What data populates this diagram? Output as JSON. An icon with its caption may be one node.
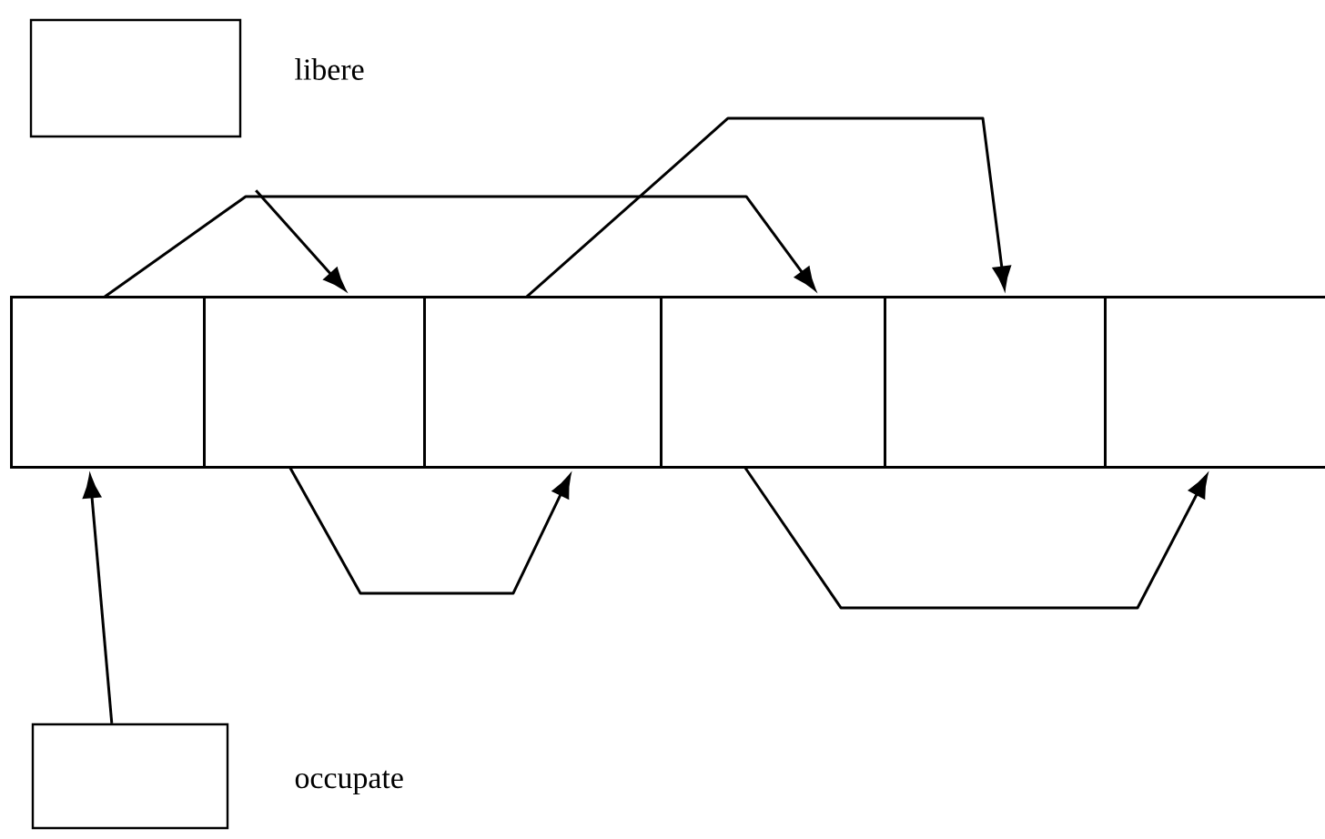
{
  "diagram": {
    "nodes": [
      {
        "text": [],
        "shape": "box",
        "beside": [
          "libere"
        ]
      },
      {
        "text": [],
        "shape": "box",
        "beside": [
          "occupate"
        ]
      },
      {
        "text": [],
        "shape": "box"
      },
      {
        "text": [],
        "shape": "box"
      },
      {
        "text": [],
        "shape": "box"
      },
      {
        "text": [],
        "shape": "box"
      },
      {
        "text": [],
        "shape": "box"
      },
      {
        "text": [],
        "shape": "box"
      }
    ],
    "edges": [
      {
        "from": 0,
        "to": 3,
        "arrow": "to"
      },
      {
        "from": 1,
        "to": 2,
        "arrow": "to"
      },
      {
        "from": 2,
        "to": 5,
        "arrow": "to"
      },
      {
        "from": 4,
        "to": 6,
        "arrow": "to"
      },
      {
        "from": 3,
        "to": 4,
        "arrow": "to"
      },
      {
        "from": 5,
        "to": 7,
        "arrow": "to"
      }
    ]
  }
}
